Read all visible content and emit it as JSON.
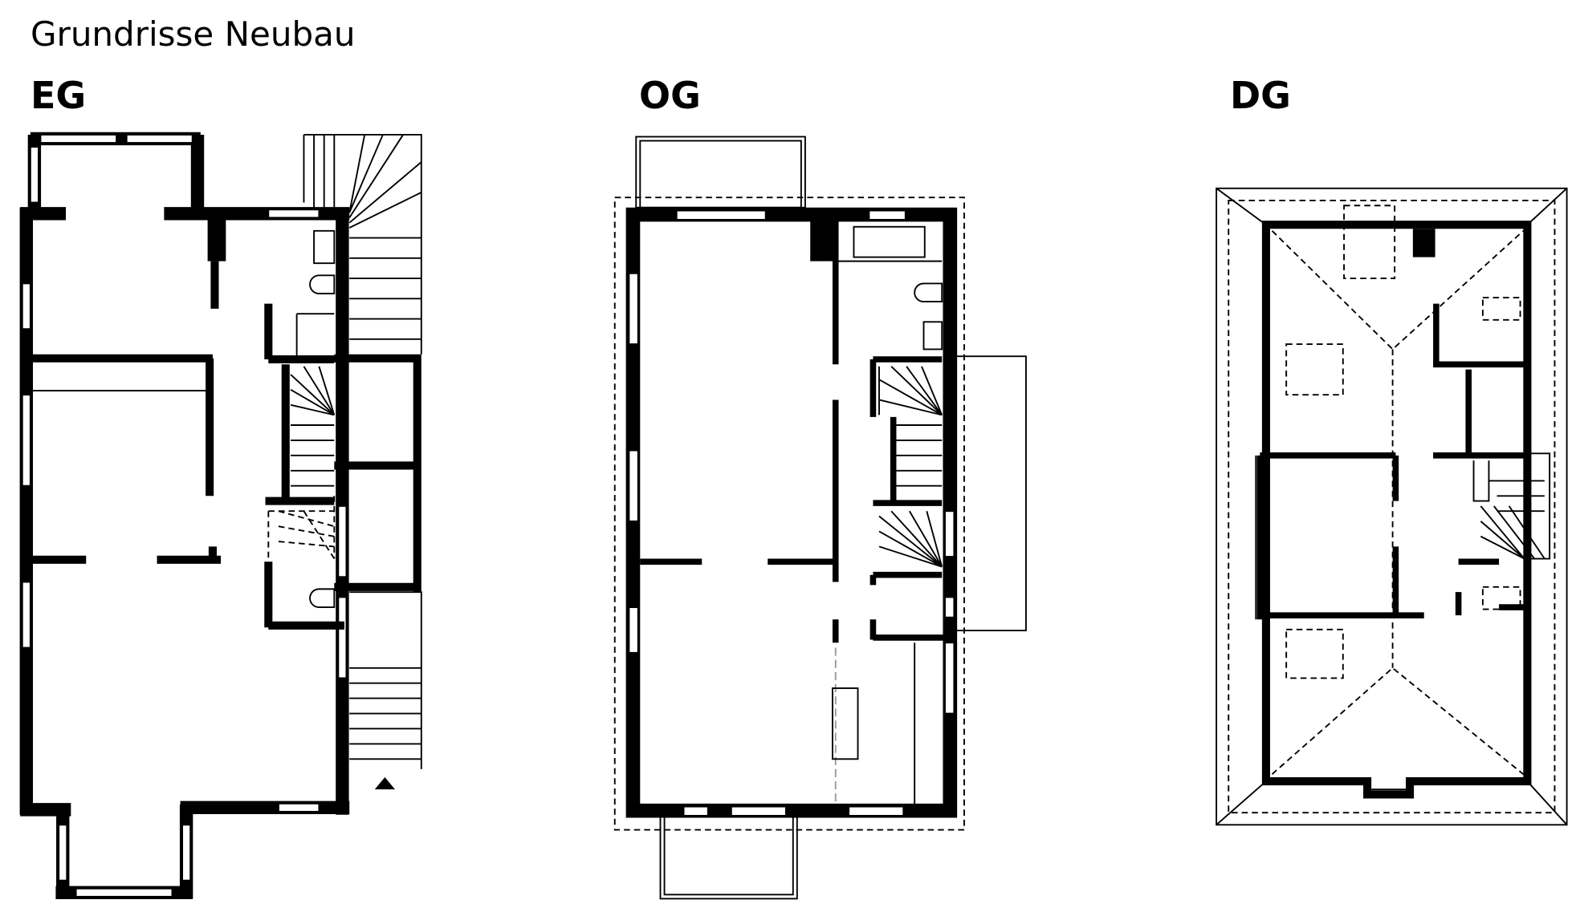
{
  "title": "Grundrisse Neubau",
  "plans": [
    {
      "label": "EG"
    },
    {
      "label": "OG"
    },
    {
      "label": "DG"
    }
  ]
}
